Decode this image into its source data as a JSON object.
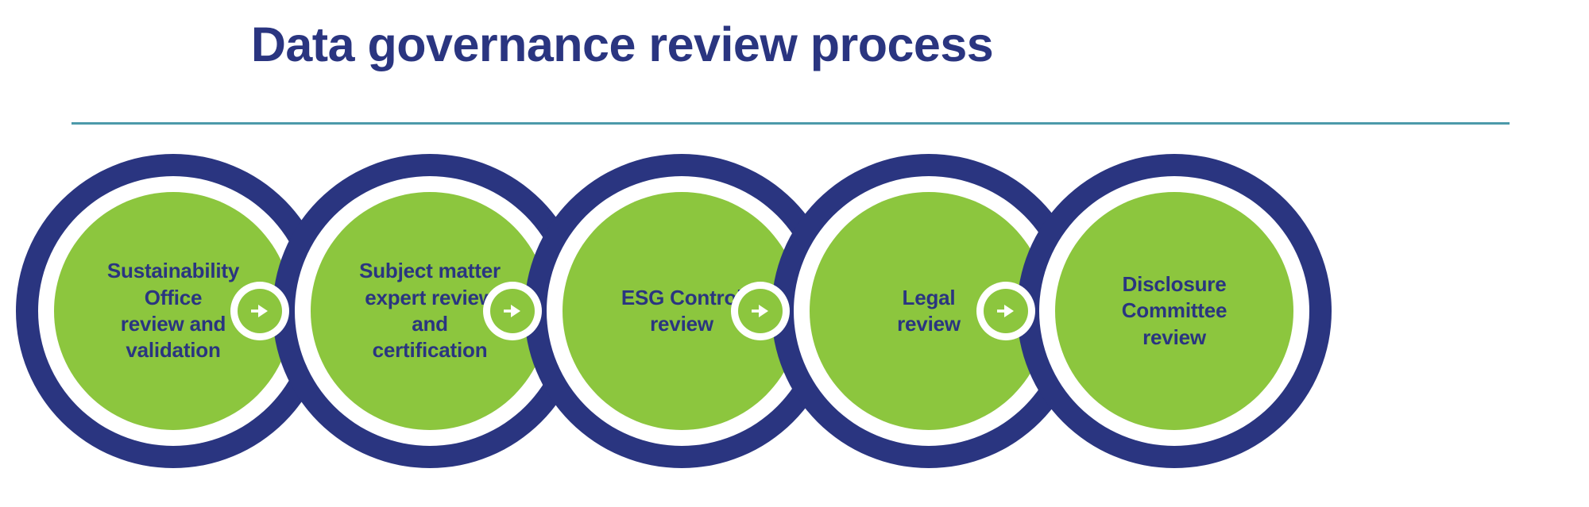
{
  "header": {
    "title": "Data governance review process",
    "divider_color": "#4C9AAA"
  },
  "theme": {
    "navy": "#2A3580",
    "green": "#8CC63E",
    "teal": "#4C9AAA",
    "white": "#FFFFFF",
    "background": "#FFFFFF"
  },
  "process": {
    "orientation": "horizontal",
    "connector_icon": "arrow-right-icon",
    "steps": [
      {
        "index": 1,
        "label": "Sustainability\nOffice\nreview and\nvalidation"
      },
      {
        "index": 2,
        "label": "Subject matter\nexpert review\nand\ncertification"
      },
      {
        "index": 3,
        "label": "ESG Control\nreview"
      },
      {
        "index": 4,
        "label": "Legal\nreview"
      },
      {
        "index": 5,
        "label": "Disclosure\nCommittee\nreview"
      }
    ],
    "connectors": [
      {
        "index": 1,
        "from": 1,
        "to": 2,
        "icon": "arrow-right-icon"
      },
      {
        "index": 2,
        "from": 2,
        "to": 3,
        "icon": "arrow-right-icon"
      },
      {
        "index": 3,
        "from": 3,
        "to": 4,
        "icon": "arrow-right-icon"
      },
      {
        "index": 4,
        "from": 4,
        "to": 5,
        "icon": "arrow-right-icon"
      }
    ]
  }
}
